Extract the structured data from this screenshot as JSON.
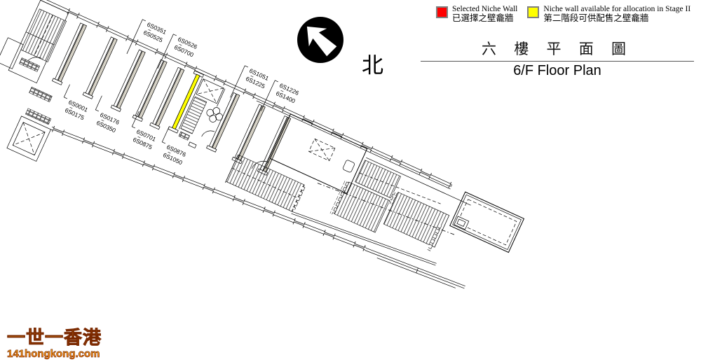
{
  "legend": {
    "items": [
      {
        "swatch_color": "#ff0000",
        "label_en": "Selected Niche Wall",
        "label_zh": "已選擇之壁龕牆"
      },
      {
        "swatch_color": "#ffff00",
        "label_en": "Niche wall available for allocation in Stage II",
        "label_zh": "第二階段可供配售之壁龕牆"
      }
    ]
  },
  "title": {
    "zh": "六 樓 平 面 圖",
    "en": "6/F Floor Plan"
  },
  "north": {
    "label": "北"
  },
  "plan": {
    "tilde": "~",
    "wall_fill": "#d6d2c6",
    "highlight_color": "#ffff00",
    "highlighted_wall_range": "6S0876~6S1050",
    "wall_labels": [
      {
        "from": "6S0001",
        "to": "6S0175"
      },
      {
        "from": "6S0176",
        "to": "6S0350"
      },
      {
        "from": "6S0351",
        "to": "6S0525"
      },
      {
        "from": "6S0526",
        "to": "6S0700"
      },
      {
        "from": "6S0701",
        "to": "6S0875"
      },
      {
        "from": "6S0876",
        "to": "6S1050"
      },
      {
        "from": "6S1051",
        "to": "6S1225"
      },
      {
        "from": "6S1226",
        "to": "6S1400"
      }
    ]
  },
  "watermark": {
    "line1": "一世一香港",
    "line2": "141hongkong.com"
  }
}
